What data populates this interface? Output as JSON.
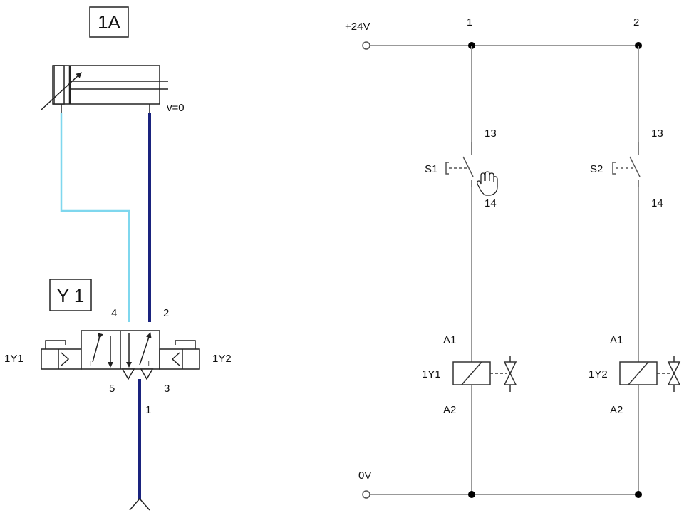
{
  "pneumatic": {
    "cylinder_label": "1A",
    "cylinder_velocity": "v=0",
    "valve_label": "Y 1",
    "valve_ports": {
      "p4": "4",
      "p2": "2",
      "p5": "5",
      "p3": "3",
      "p1": "1"
    },
    "solenoid_left": "1Y1",
    "solenoid_right": "1Y2",
    "colors": {
      "line_pressure": "#1a237e",
      "line_exhaust": "#7fd7ee",
      "stroke": "#222222"
    }
  },
  "electrical": {
    "supply_top": "+24V",
    "supply_bottom": "0V",
    "branches": [
      {
        "number": "1",
        "switch": "S1",
        "contact_top": "13",
        "contact_bottom": "14",
        "coil_top": "A1",
        "coil": "1Y1",
        "coil_bottom": "A2"
      },
      {
        "number": "2",
        "switch": "S2",
        "contact_top": "13",
        "contact_bottom": "14",
        "coil_top": "A1",
        "coil": "1Y2",
        "coil_bottom": "A2"
      }
    ],
    "colors": {
      "wire": "#999999",
      "node": "#000000"
    }
  }
}
